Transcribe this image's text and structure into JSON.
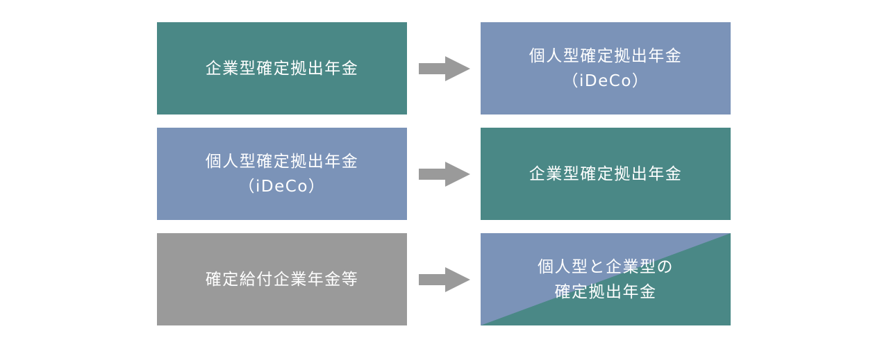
{
  "colors": {
    "teal": "#4a8886",
    "blue": "#7b93b8",
    "gray": "#9a9a9a",
    "arrow": "#9a9a9a",
    "text": "#ffffff"
  },
  "rows": [
    {
      "from": {
        "lines": [
          "企業型確定拠出年金"
        ],
        "color": "teal"
      },
      "to": {
        "lines": [
          "個人型確定拠出年金",
          "（iDeCo）"
        ],
        "color": "blue"
      }
    },
    {
      "from": {
        "lines": [
          "個人型確定拠出年金",
          "（iDeCo）"
        ],
        "color": "blue"
      },
      "to": {
        "lines": [
          "企業型確定拠出年金"
        ],
        "color": "teal"
      }
    },
    {
      "from": {
        "lines": [
          "確定給付企業年金等"
        ],
        "color": "gray"
      },
      "to": {
        "lines": [
          "個人型と企業型の",
          "確定拠出年金"
        ],
        "color": "split-blue-teal"
      }
    }
  ],
  "arrow_icon": "right-arrow-icon"
}
